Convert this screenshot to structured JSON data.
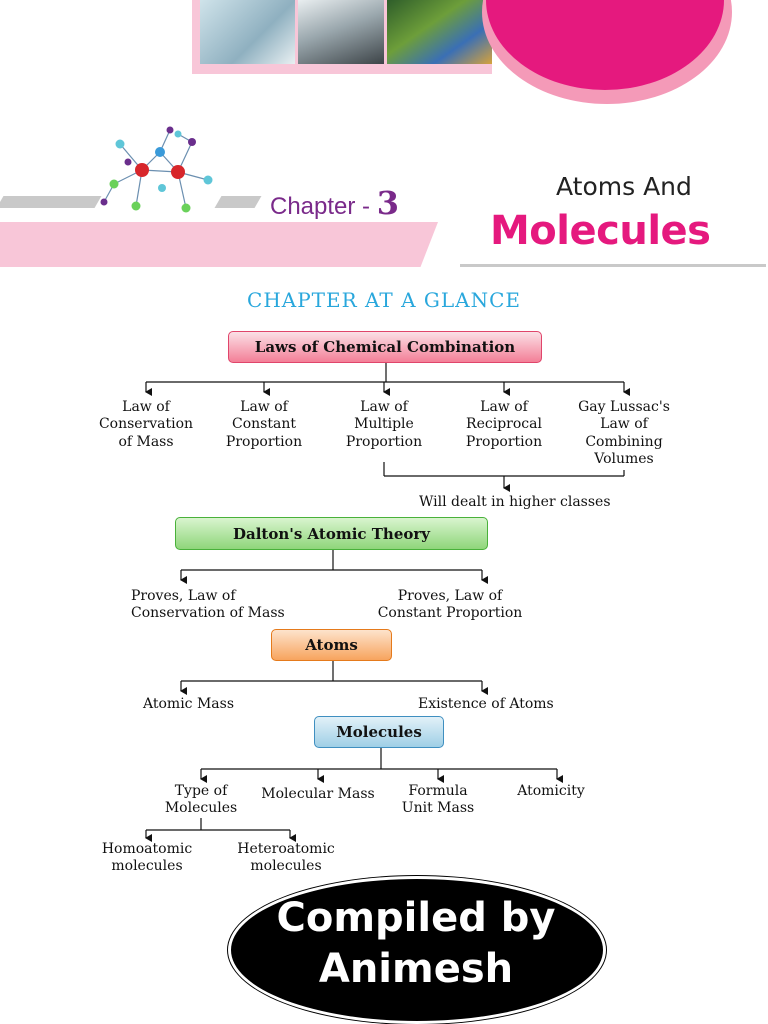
{
  "header": {
    "chapter_label": "Chapter -",
    "chapter_number": "3",
    "title_line1": "Atoms And",
    "title_line2": "Molecules"
  },
  "section_heading": "CHAPTER AT A GLANCE",
  "flowchart": {
    "laws": {
      "title": "Laws of Chemical Combination",
      "items": [
        "Law of\nConservation\nof Mass",
        "Law of\nConstant\nProportion",
        "Law of\nMultiple\nProportion",
        "Law of\nReciprocal\nProportion",
        "Gay Lussac's\nLaw of\nCombining\nVolumes"
      ],
      "note": "Will dealt in higher classes"
    },
    "dalton": {
      "title": "Dalton's Atomic Theory",
      "items": [
        "Proves, Law of\nConservation of Mass",
        "Proves, Law of\nConstant Proportion"
      ]
    },
    "atoms": {
      "title": "Atoms",
      "items": [
        "Atomic Mass",
        "Existence of Atoms"
      ]
    },
    "molecules": {
      "title": "Molecules",
      "items": [
        "Type of\nMolecules",
        "Molecular Mass",
        "Formula\nUnit Mass",
        "Atomicity"
      ],
      "types": [
        "Homoatomic\nmolecules",
        "Heteroatomic\nmolecules"
      ]
    }
  },
  "watermark": "Compiled by\nAnimesh",
  "colors": {
    "magenta": "#e5197e",
    "pink_band": "#f8c6d8",
    "heading_blue": "#29a7dc",
    "chapter_purple": "#7a2a8a"
  }
}
